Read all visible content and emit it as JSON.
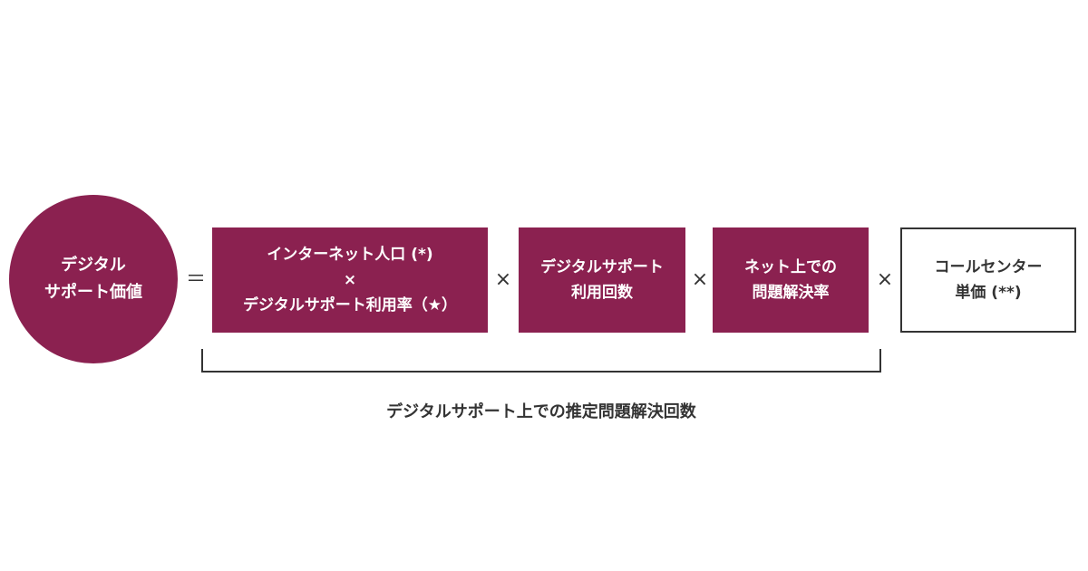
{
  "result": {
    "line1": "デジタル",
    "line2": "サポート価値"
  },
  "operators": {
    "equals": "＝",
    "times": "×"
  },
  "factors": [
    {
      "line1": "インターネット人口 (*)",
      "line2": "×",
      "line3": "デジタルサポート利用率（★）"
    },
    {
      "line1": "デジタルサポート",
      "line2": "利用回数"
    },
    {
      "line1": "ネット上での",
      "line2": "問題解決率"
    },
    {
      "line1": "コールセンター",
      "line2": "単価 (**)"
    }
  ],
  "bracket_caption": "デジタルサポート上での推定問題解決回数",
  "colors": {
    "accent": "#8b2150",
    "text": "#333333",
    "background": "#ffffff"
  }
}
